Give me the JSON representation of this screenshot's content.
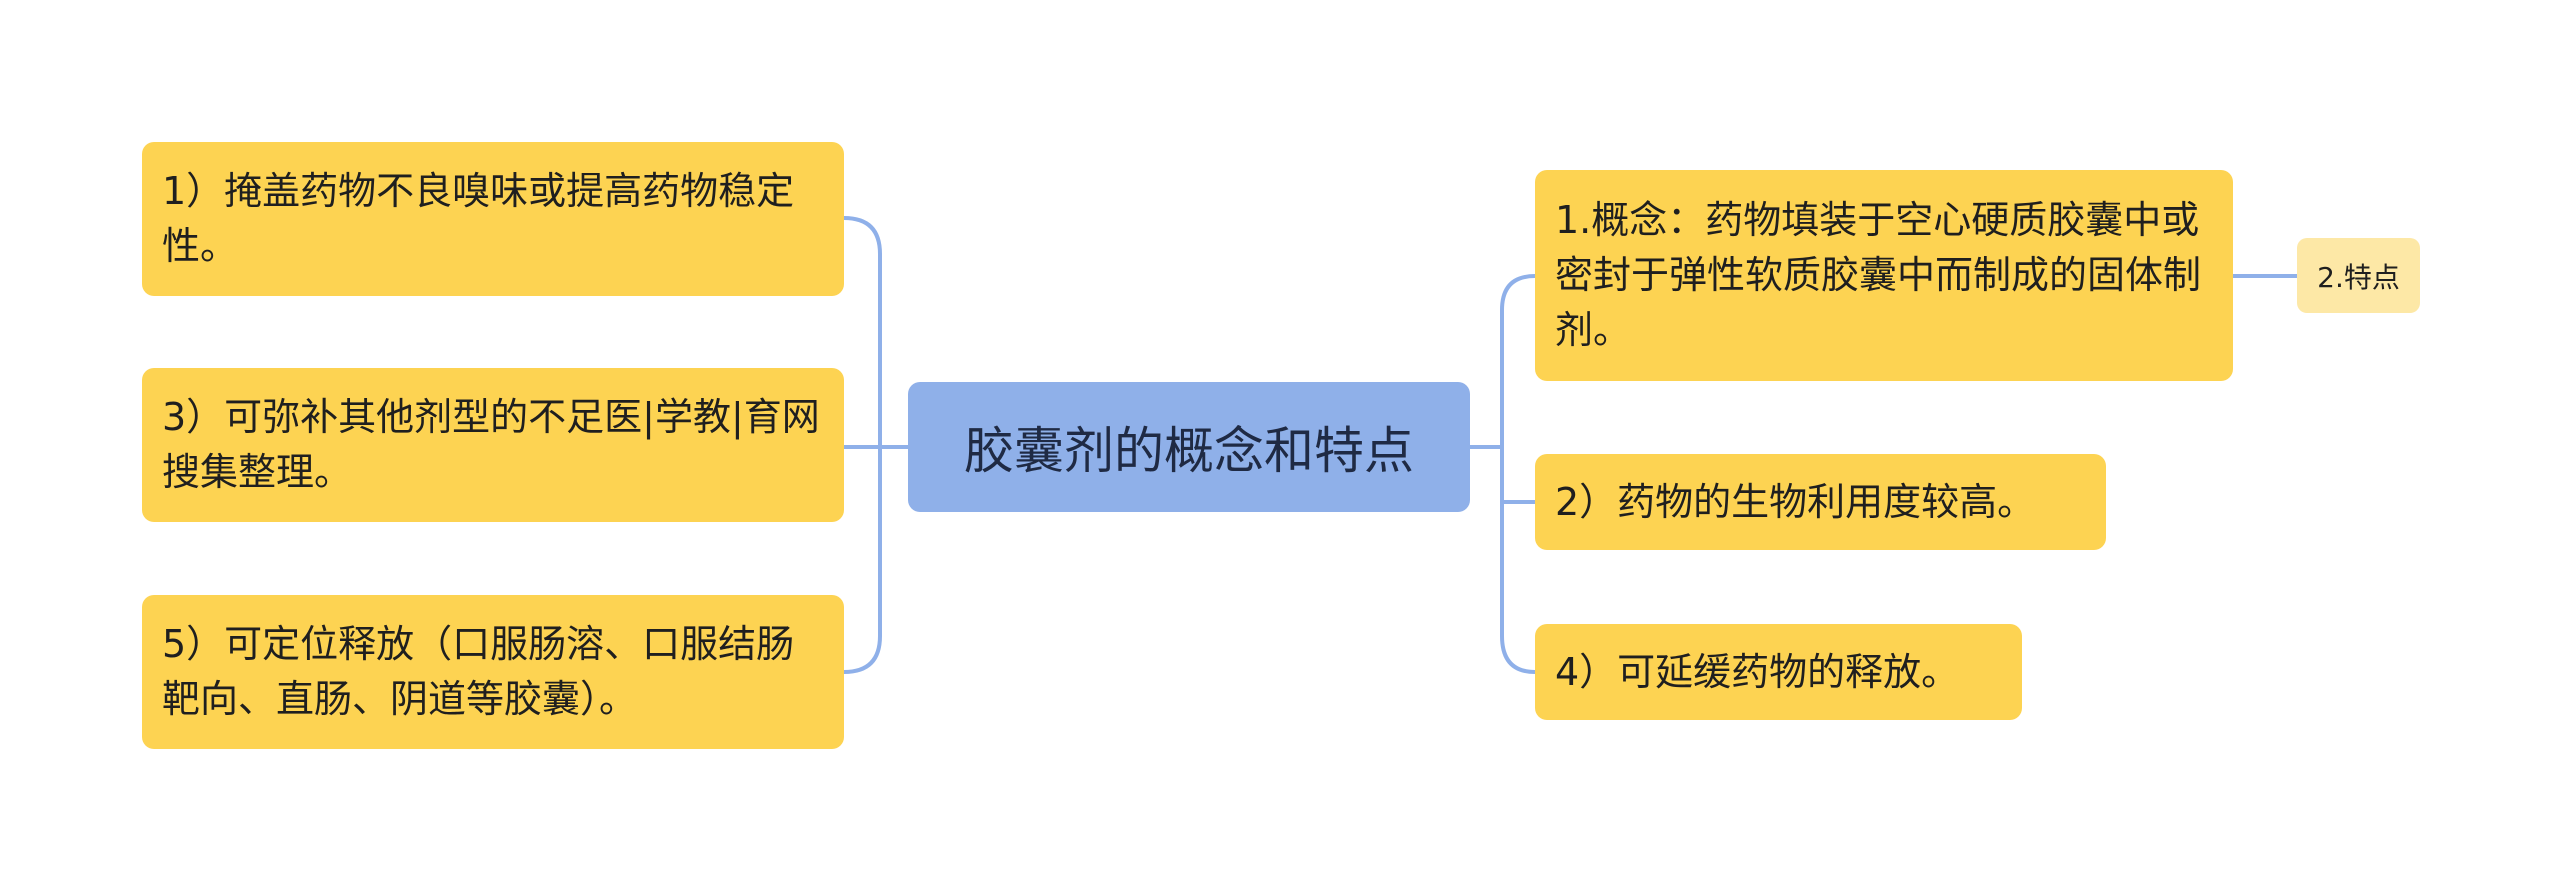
{
  "center": {
    "label": "胶囊剂的概念和特点"
  },
  "left_nodes": [
    {
      "text": "1）掩盖药物不良嗅味或提高药物稳定性。"
    },
    {
      "text": "3）可弥补其他剂型的不足医|学教|育网搜集整理。"
    },
    {
      "text": "5）可定位释放（口服肠溶、口服结肠靶向、直肠、阴道等胶囊）。"
    }
  ],
  "right_nodes": [
    {
      "text": "1.概念：药物填装于空心硬质胶囊中或密封于弹性软质胶囊中而制成的固体制剂。"
    },
    {
      "text": "2）药物的生物利用度较高。"
    },
    {
      "text": "4）可延缓药物的释放。"
    }
  ],
  "sub_node": {
    "text": "2.特点"
  },
  "colors": {
    "center_fill": "#8fb0e9",
    "leaf_fill": "#fdd352",
    "sub_fill": "#fde8a6",
    "connector": "#8fb0e9"
  }
}
